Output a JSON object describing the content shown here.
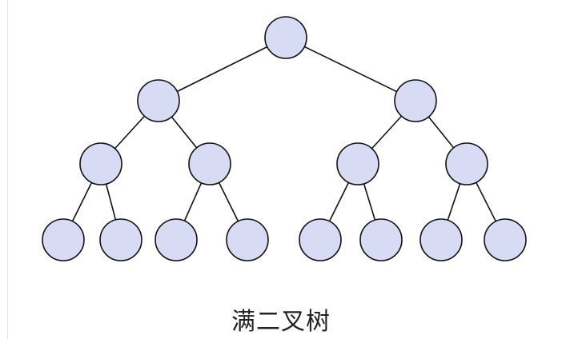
{
  "caption": "满二叉树",
  "colors": {
    "node_fill": "#d7dbf3",
    "node_stroke": "#111111",
    "edge": "#111111"
  },
  "tree": {
    "levels": 4,
    "node_count": 15,
    "edges": [
      [
        "n0",
        "n1"
      ],
      [
        "n0",
        "n2"
      ],
      [
        "n1",
        "n3"
      ],
      [
        "n1",
        "n4"
      ],
      [
        "n2",
        "n5"
      ],
      [
        "n2",
        "n6"
      ],
      [
        "n3",
        "n7"
      ],
      [
        "n3",
        "n8"
      ],
      [
        "n4",
        "n9"
      ],
      [
        "n4",
        "n10"
      ],
      [
        "n5",
        "n11"
      ],
      [
        "n5",
        "n12"
      ],
      [
        "n6",
        "n13"
      ],
      [
        "n6",
        "n14"
      ]
    ]
  }
}
